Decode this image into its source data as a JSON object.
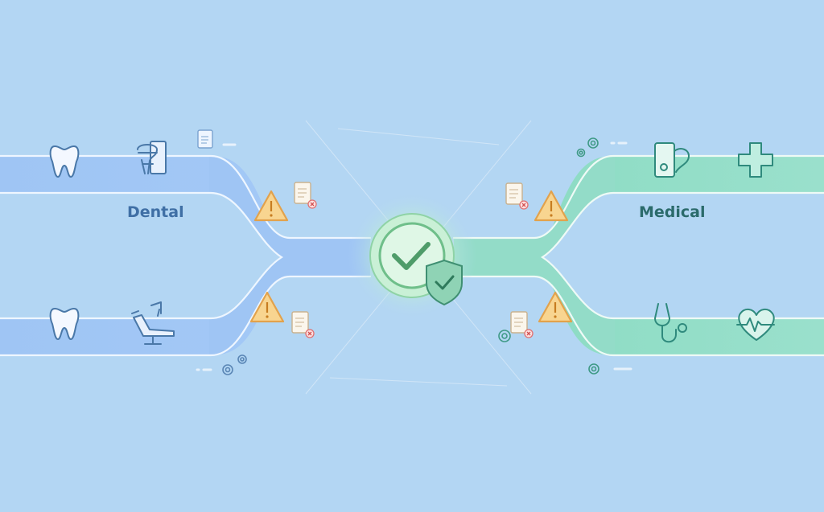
{
  "lanes": {
    "dental": {
      "label": "Dental",
      "color": "#9ec4f4",
      "icon_color": "#4a78a8"
    },
    "medical": {
      "label": "Medical",
      "color": "#93dcc8",
      "icon_color": "#2f8a7d"
    }
  },
  "icons": {
    "dental_top": [
      "tooth-icon",
      "dental-xray-icon"
    ],
    "dental_bottom": [
      "tooth-icon",
      "dental-chair-icon"
    ],
    "medical_top": [
      "medical-tablet-stethoscope-icon",
      "medical-cross-icon"
    ],
    "medical_bottom": [
      "stethoscope-icon",
      "heart-pulse-icon"
    ]
  },
  "alerts": {
    "type": "warning-icon",
    "count": 4,
    "color": "#f6d28a"
  },
  "center": {
    "icon": "check-icon",
    "badge": "shield-check-icon",
    "color": "#6fbf8a"
  }
}
